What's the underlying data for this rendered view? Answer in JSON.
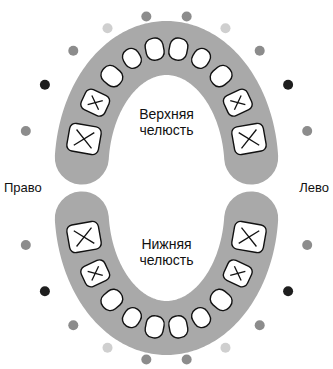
{
  "diagram": {
    "labels": [
      "Верхняя челюсть",
      "Право",
      "Лево",
      "Нижняя челюсть"
    ]
  }
}
